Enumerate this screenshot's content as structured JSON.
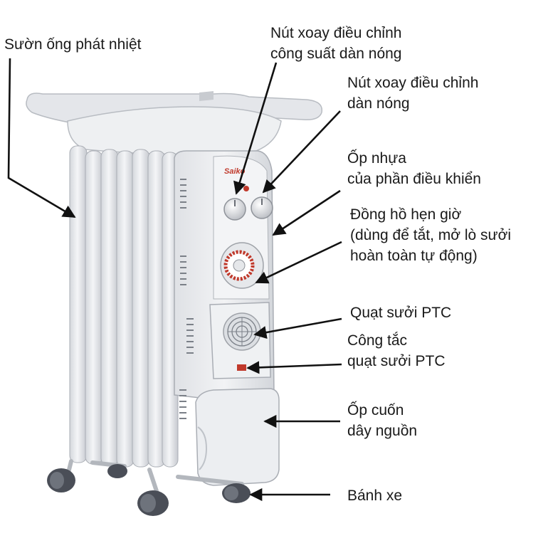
{
  "labels": {
    "fins": [
      "Sườn ống phát nhiệt"
    ],
    "power_knob": [
      "Nút xoay điều chỉnh",
      "công suất dàn nóng"
    ],
    "heat_knob": [
      "Nút xoay điều chỉnh",
      "dàn nóng"
    ],
    "panel_cover": [
      "Ốp nhựa",
      "của phần điều khiển"
    ],
    "timer": [
      "Đồng hồ hẹn giờ",
      "(dùng để tắt, mở lò sưởi",
      "hoàn toàn tự động)"
    ],
    "ptc_fan": [
      "Quạt sưởi PTC"
    ],
    "ptc_switch": [
      "Công tắc",
      "quạt sưởi PTC"
    ],
    "cord_cover": [
      "Ốp cuốn",
      "dây nguồn"
    ],
    "wheels": [
      "Bánh xe"
    ]
  },
  "device": {
    "brand": "Saiko"
  },
  "colors": {
    "body": "#ebedf0",
    "body_shade": "#c9ccd1",
    "wheel": "#4a4e57",
    "timer_ring": "#c0392b",
    "arrow": "#111111"
  }
}
